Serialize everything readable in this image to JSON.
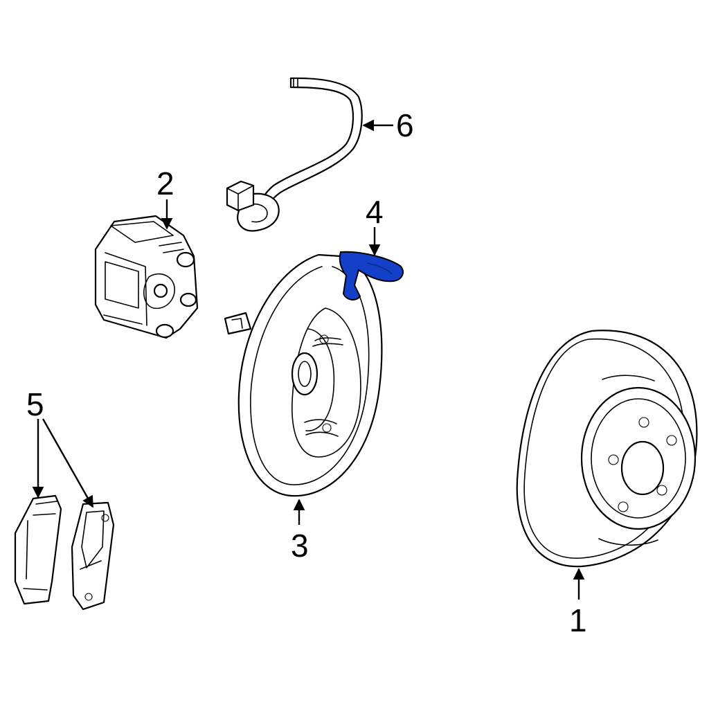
{
  "callouts": {
    "c1": "1",
    "c2": "2",
    "c3": "3",
    "c4": "4",
    "c5": "5",
    "c6": "6"
  },
  "colors": {
    "line": "#000000",
    "highlight": "#1440c8",
    "background": "#ffffff"
  }
}
